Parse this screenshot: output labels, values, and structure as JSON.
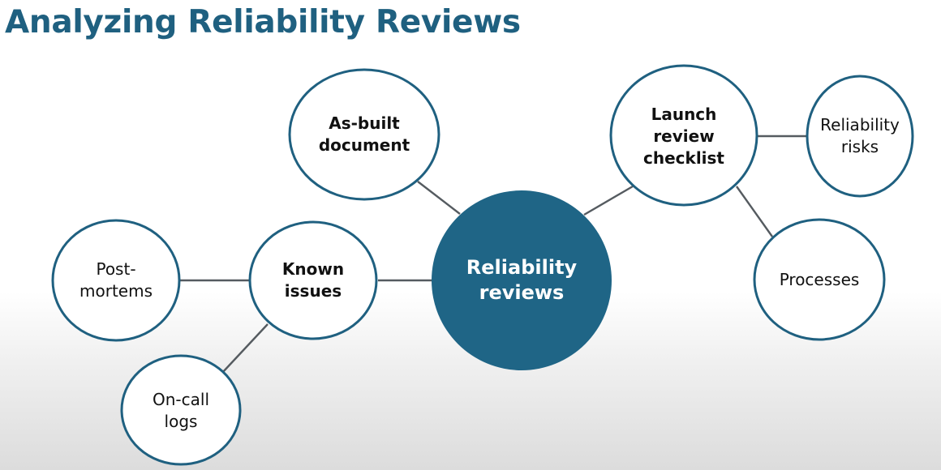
{
  "title": "Analyzing Reliability Reviews",
  "colors": {
    "accent": "#1f6586",
    "title": "#1f6080",
    "outline": "#1f6080",
    "connector": "#555b60"
  },
  "nodes": {
    "reliability_reviews": "Reliability\nreviews",
    "as_built_document": "As-built\ndocument",
    "launch_review_checklist": "Launch\nreview\nchecklist",
    "reliability_risks": "Reliability\nrisks",
    "processes": "Processes",
    "known_issues": "Known\nissues",
    "post_mortems": "Post-\nmortems",
    "on_call_logs": "On-call\nlogs"
  }
}
